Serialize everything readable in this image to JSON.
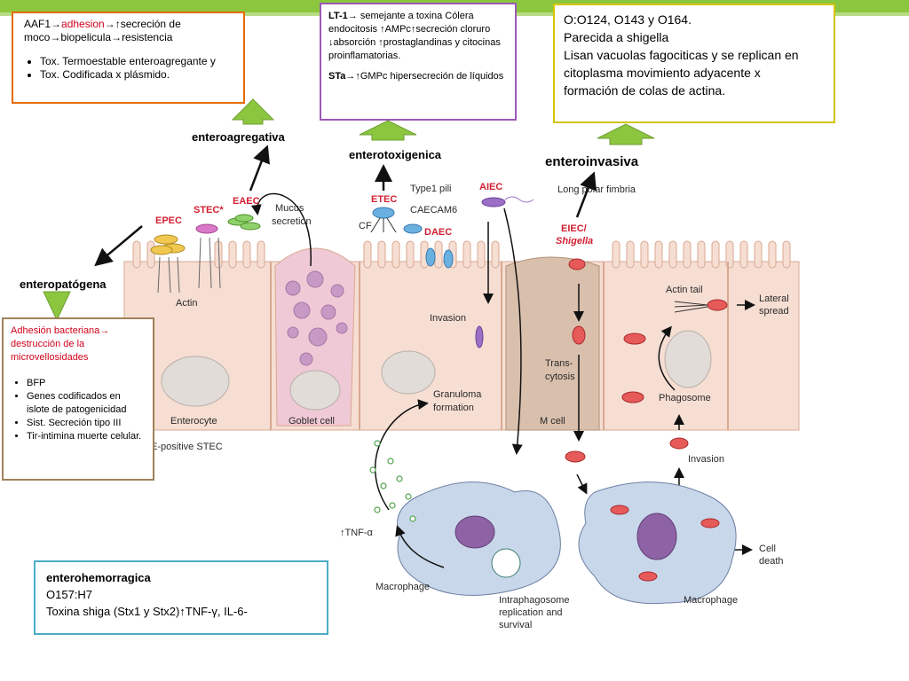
{
  "colors": {
    "green_bar": "#8cc63f",
    "arrow_green": "#8cc63f",
    "box_orange": "#e46c0a",
    "box_purple": "#9b59b6",
    "box_yellow": "#d4c500",
    "box_brown": "#a0815a",
    "box_teal": "#4bacc6",
    "highlight_red": "#d0021b"
  },
  "eaggec": {
    "line1_pre": "AAF1",
    "line1_red": "adhesion",
    "line1_post": "secreción de",
    "line2": "moco",
    "line2b": "biopelicula",
    "line2c": "resistencia",
    "bullets": [
      "Tox. Termoestable enteroagregante y",
      "Tox. Codificada x plásmido."
    ]
  },
  "etec": {
    "lt_title": "LT-1",
    "lt_text": " semejante a toxina Cólera  endocitosis  ↑AMPc↑secreción cloruro ↓absorción ↑prostaglandinas y citocinas proinflamatorias.",
    "sta_title": "STa",
    "sta_text": "↑GMPc hipersecreción de líquidos"
  },
  "eiec": {
    "lines": [
      "O:O124, O143 y O164.",
      "Parecida a shigella",
      "Lisan vacuolas fagociticas y se replican en",
      "citoplasma movimiento adyacente x",
      "formación de colas de actina."
    ]
  },
  "epec": {
    "title_red": "Adhesión bacteriana",
    "title_red2": "destrucción de la",
    "title_red3": "microvellosidades",
    "bullets": [
      "BFP",
      "Genes codificados en islote de patogenicidad",
      "Sist. Secreción tipo III",
      "Tir-intimina muerte celular."
    ]
  },
  "ehec": {
    "title": "enterohemorragica",
    "line2": "O157:H7",
    "line3": "Toxina shiga (Stx1 y Stx2)↑TNF-γ, IL-6-"
  },
  "tags": {
    "enteroagregativa": "enteroagregativa",
    "enterotoxigenica": "enterotoxigenica",
    "enteroinvasiva": "enteroinvasiva",
    "enteropatogena": "enteropatógena"
  },
  "diagram": {
    "epec": "EPEC",
    "stec": "STEC*",
    "eaec": "EAEC",
    "mucus1": "Mucus",
    "mucus2": "secretion",
    "etec": "ETEC",
    "cf": "CF",
    "daec": "DAEC",
    "aiec": "AIEC",
    "type1": "Type1 pili",
    "caecam6": "CAECAM6",
    "long_polar": "Long polar fimbria",
    "eiec1": "EIEC/",
    "eiec2": "Shigella",
    "actin": "Actin",
    "actin_tail": "Actin tail",
    "lateral1": "Lateral",
    "lateral2": "spread",
    "invasion1": "Invasion",
    "trans1": "Trans-",
    "trans2": "cytosis",
    "phagosome": "Phagosome",
    "granuloma1": "Granuloma",
    "granuloma2": "formation",
    "enterocyte": "Enterocyte",
    "goblet": "Goblet cell",
    "mcell": "M cell",
    "eplus": "E-positive STEC",
    "tnf": "↑TNF-α",
    "invasion2": "Invasion",
    "celldeath1": "Cell",
    "celldeath2": "death",
    "macrophage1": "Macrophage",
    "macrophage2": "Macrophage",
    "intra1": "Intraphagosome",
    "intra2": "replication and",
    "intra3": "survival"
  }
}
